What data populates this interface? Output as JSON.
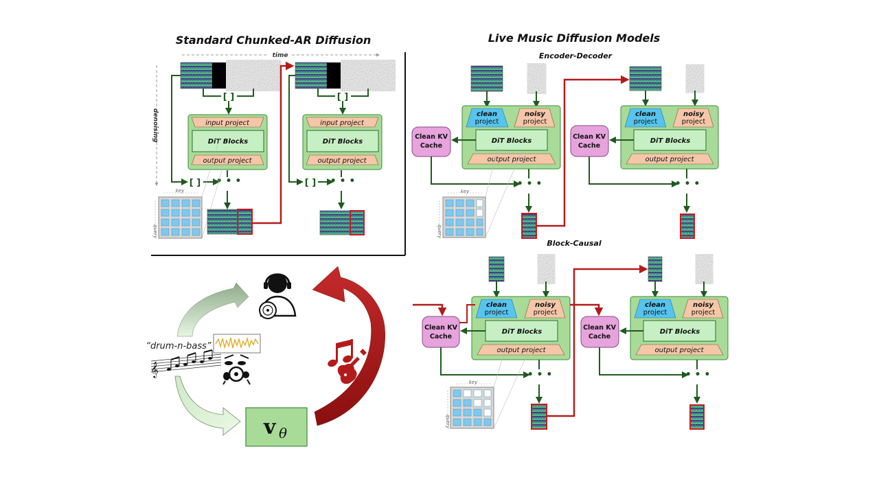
{
  "panels": {
    "standard": {
      "title": "Standard Chunked-AR Diffusion",
      "time_label": "time",
      "denoising_label": "denoising"
    },
    "live": {
      "title": "Live Music Diffusion Models",
      "encdec_label": "Encoder-Decoder",
      "blockcausal_label": "Block-Causal"
    }
  },
  "block": {
    "input_project": "input project",
    "dit_blocks": "DiT Blocks",
    "output_project": "output project",
    "clean": "clean",
    "noisy": "noisy",
    "project": "project",
    "kv_cache_line1": "Clean KV",
    "kv_cache_line2": "Cache"
  },
  "attention": {
    "key_label": "key",
    "query_label": "query"
  },
  "loop": {
    "prompt_text": "“drum-n-bass”",
    "model_symbol": "v",
    "model_subscript": "θ"
  },
  "icons": [
    "headphones-user-icon",
    "vinyl-record-icon",
    "drum-kit-icon",
    "music-note-icon",
    "electric-guitar-icon",
    "waveform-icon",
    "sheet-music-icon"
  ],
  "colors": {
    "dark_green": "#1f5a1f",
    "red": "#b31b1b",
    "block_green": "#a8db98",
    "dit_green": "#c6f0c4",
    "project_salmon": "#f5c6a8",
    "clean_blue": "#56c4ee",
    "kv_pink": "#e6a3dc",
    "attn_blue": "#7fc8ee"
  }
}
